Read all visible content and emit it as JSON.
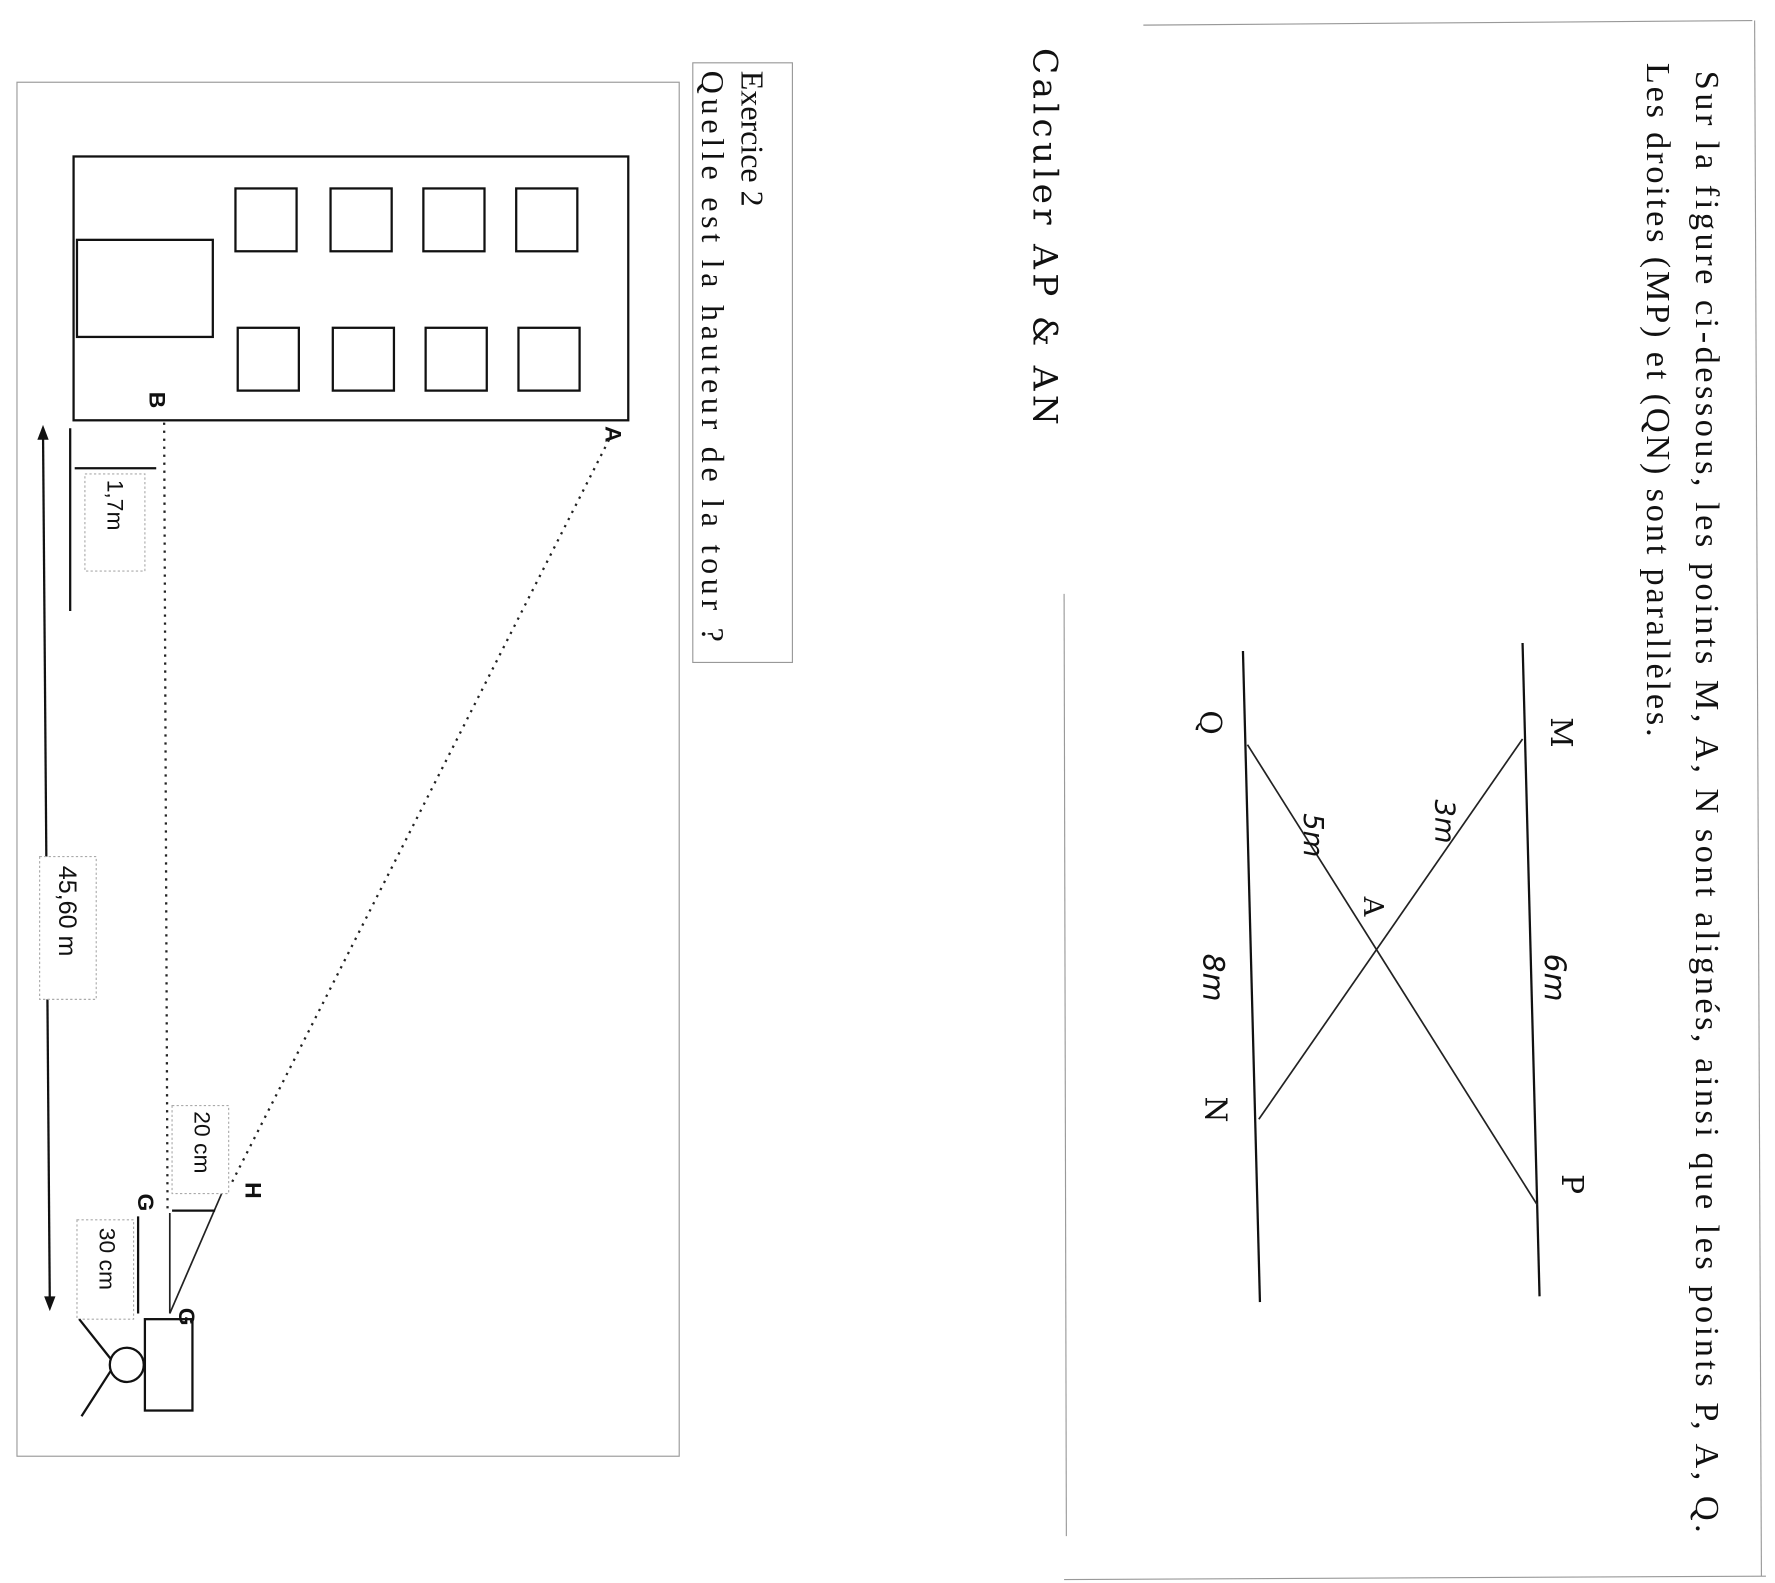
{
  "exercise1": {
    "statement_line1": "Sur la figure ci-dessous, les points M, A, N sont alignés, ainsi que les points P, A, Q.",
    "statement_line2": "Les droites (MP) et (QN) sont parallèles.",
    "figure": {
      "points": {
        "M": "M",
        "P": "P",
        "Q": "Q",
        "N": "N",
        "A": "A"
      },
      "measures": {
        "AM": "3m",
        "AQ": "5m",
        "MP": "6m",
        "QN": "8m"
      }
    },
    "question": "Calculer AP & AN"
  },
  "exercise2": {
    "title": "Exercice 2",
    "question": "Quelle est la hauteur de la tour ?",
    "figure": {
      "points": {
        "A": "A",
        "B": "B",
        "H": "H",
        "G1": "G",
        "G2": "G"
      },
      "measures": {
        "eye_height": "1,7m",
        "distance": "45,60 m",
        "HG": "20 cm",
        "GG": "30 cm"
      }
    }
  }
}
